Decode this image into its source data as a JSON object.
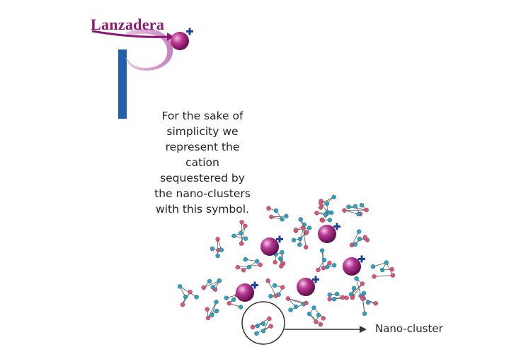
{
  "logo": {
    "text": "Lanzadera"
  },
  "caption": {
    "lines": [
      "For the sake of",
      "simplicity we",
      "represent the",
      "cation",
      "sequestered by",
      "the nano-clusters",
      "with this symbol."
    ]
  },
  "callout": {
    "label": "Nano-cluster"
  },
  "colors": {
    "brand": "#8a1a72",
    "pole": "#1f5fae",
    "cation": "#a8247f",
    "plus": "#1b3fa0",
    "atom_red": "#e0527a",
    "atom_blue": "#2aa3c9"
  }
}
